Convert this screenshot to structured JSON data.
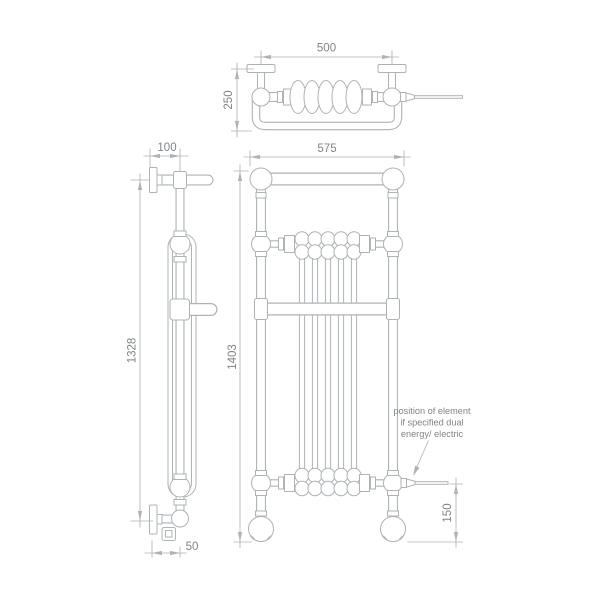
{
  "drawing": {
    "product": "traditional-towel-radiator-technical-drawing",
    "dims": {
      "top_width": "500",
      "top_depth": "250",
      "side_wall_offset": "100",
      "side_height": "1328",
      "side_bottom_offset": "50",
      "front_width": "575",
      "front_height": "1403",
      "element_height": "150"
    },
    "annotation": [
      "position of element",
      "if specified dual",
      "energy/ electric"
    ],
    "colors": {
      "line": "#aeb3b6",
      "text": "#7f8487",
      "background": "#ffffff"
    }
  }
}
